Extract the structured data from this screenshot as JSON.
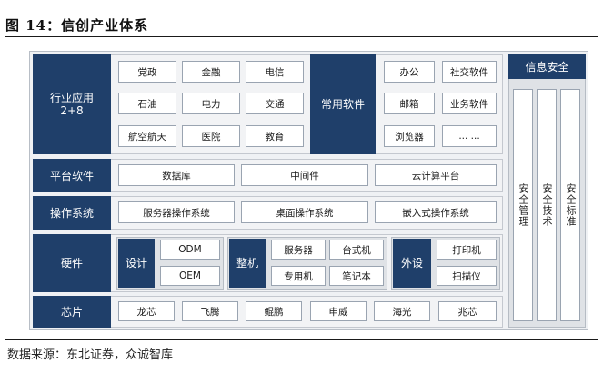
{
  "figure": {
    "title": "图 14：信创产业体系",
    "source": "数据来源：东北证券，众诚智库"
  },
  "colors": {
    "navy": "#1f3f6a",
    "band": "#f2f3f5",
    "cell_border": "#9aa4b1"
  },
  "industry": {
    "label": "行业应用\n2+8",
    "items": [
      "党政",
      "金融",
      "电信",
      "石油",
      "电力",
      "交通",
      "航空航天",
      "医院",
      "教育"
    ]
  },
  "common_software": {
    "label": "常用软件",
    "items": [
      "办公",
      "社交软件",
      "邮箱",
      "业务软件",
      "浏览器",
      "... ..."
    ]
  },
  "platform": {
    "label": "平台软件",
    "items": [
      "数据库",
      "中间件",
      "云计算平台"
    ]
  },
  "os": {
    "label": "操作系统",
    "items": [
      "服务器操作系统",
      "桌面操作系统",
      "嵌入式操作系统"
    ]
  },
  "hardware": {
    "label": "硬件",
    "design": {
      "label": "设计",
      "items": [
        "ODM",
        "OEM"
      ]
    },
    "machine": {
      "label": "整机",
      "items": [
        "服务器",
        "台式机",
        "专用机",
        "笔记本"
      ]
    },
    "peripheral": {
      "label": "外设",
      "items": [
        "打印机",
        "扫描仪"
      ]
    }
  },
  "chip": {
    "label": "芯片",
    "items": [
      "龙芯",
      "飞腾",
      "鲲鹏",
      "申威",
      "海光",
      "兆芯"
    ]
  },
  "security": {
    "label": "信息安全",
    "columns": [
      "安全管理",
      "安全技术",
      "安全标准"
    ]
  }
}
